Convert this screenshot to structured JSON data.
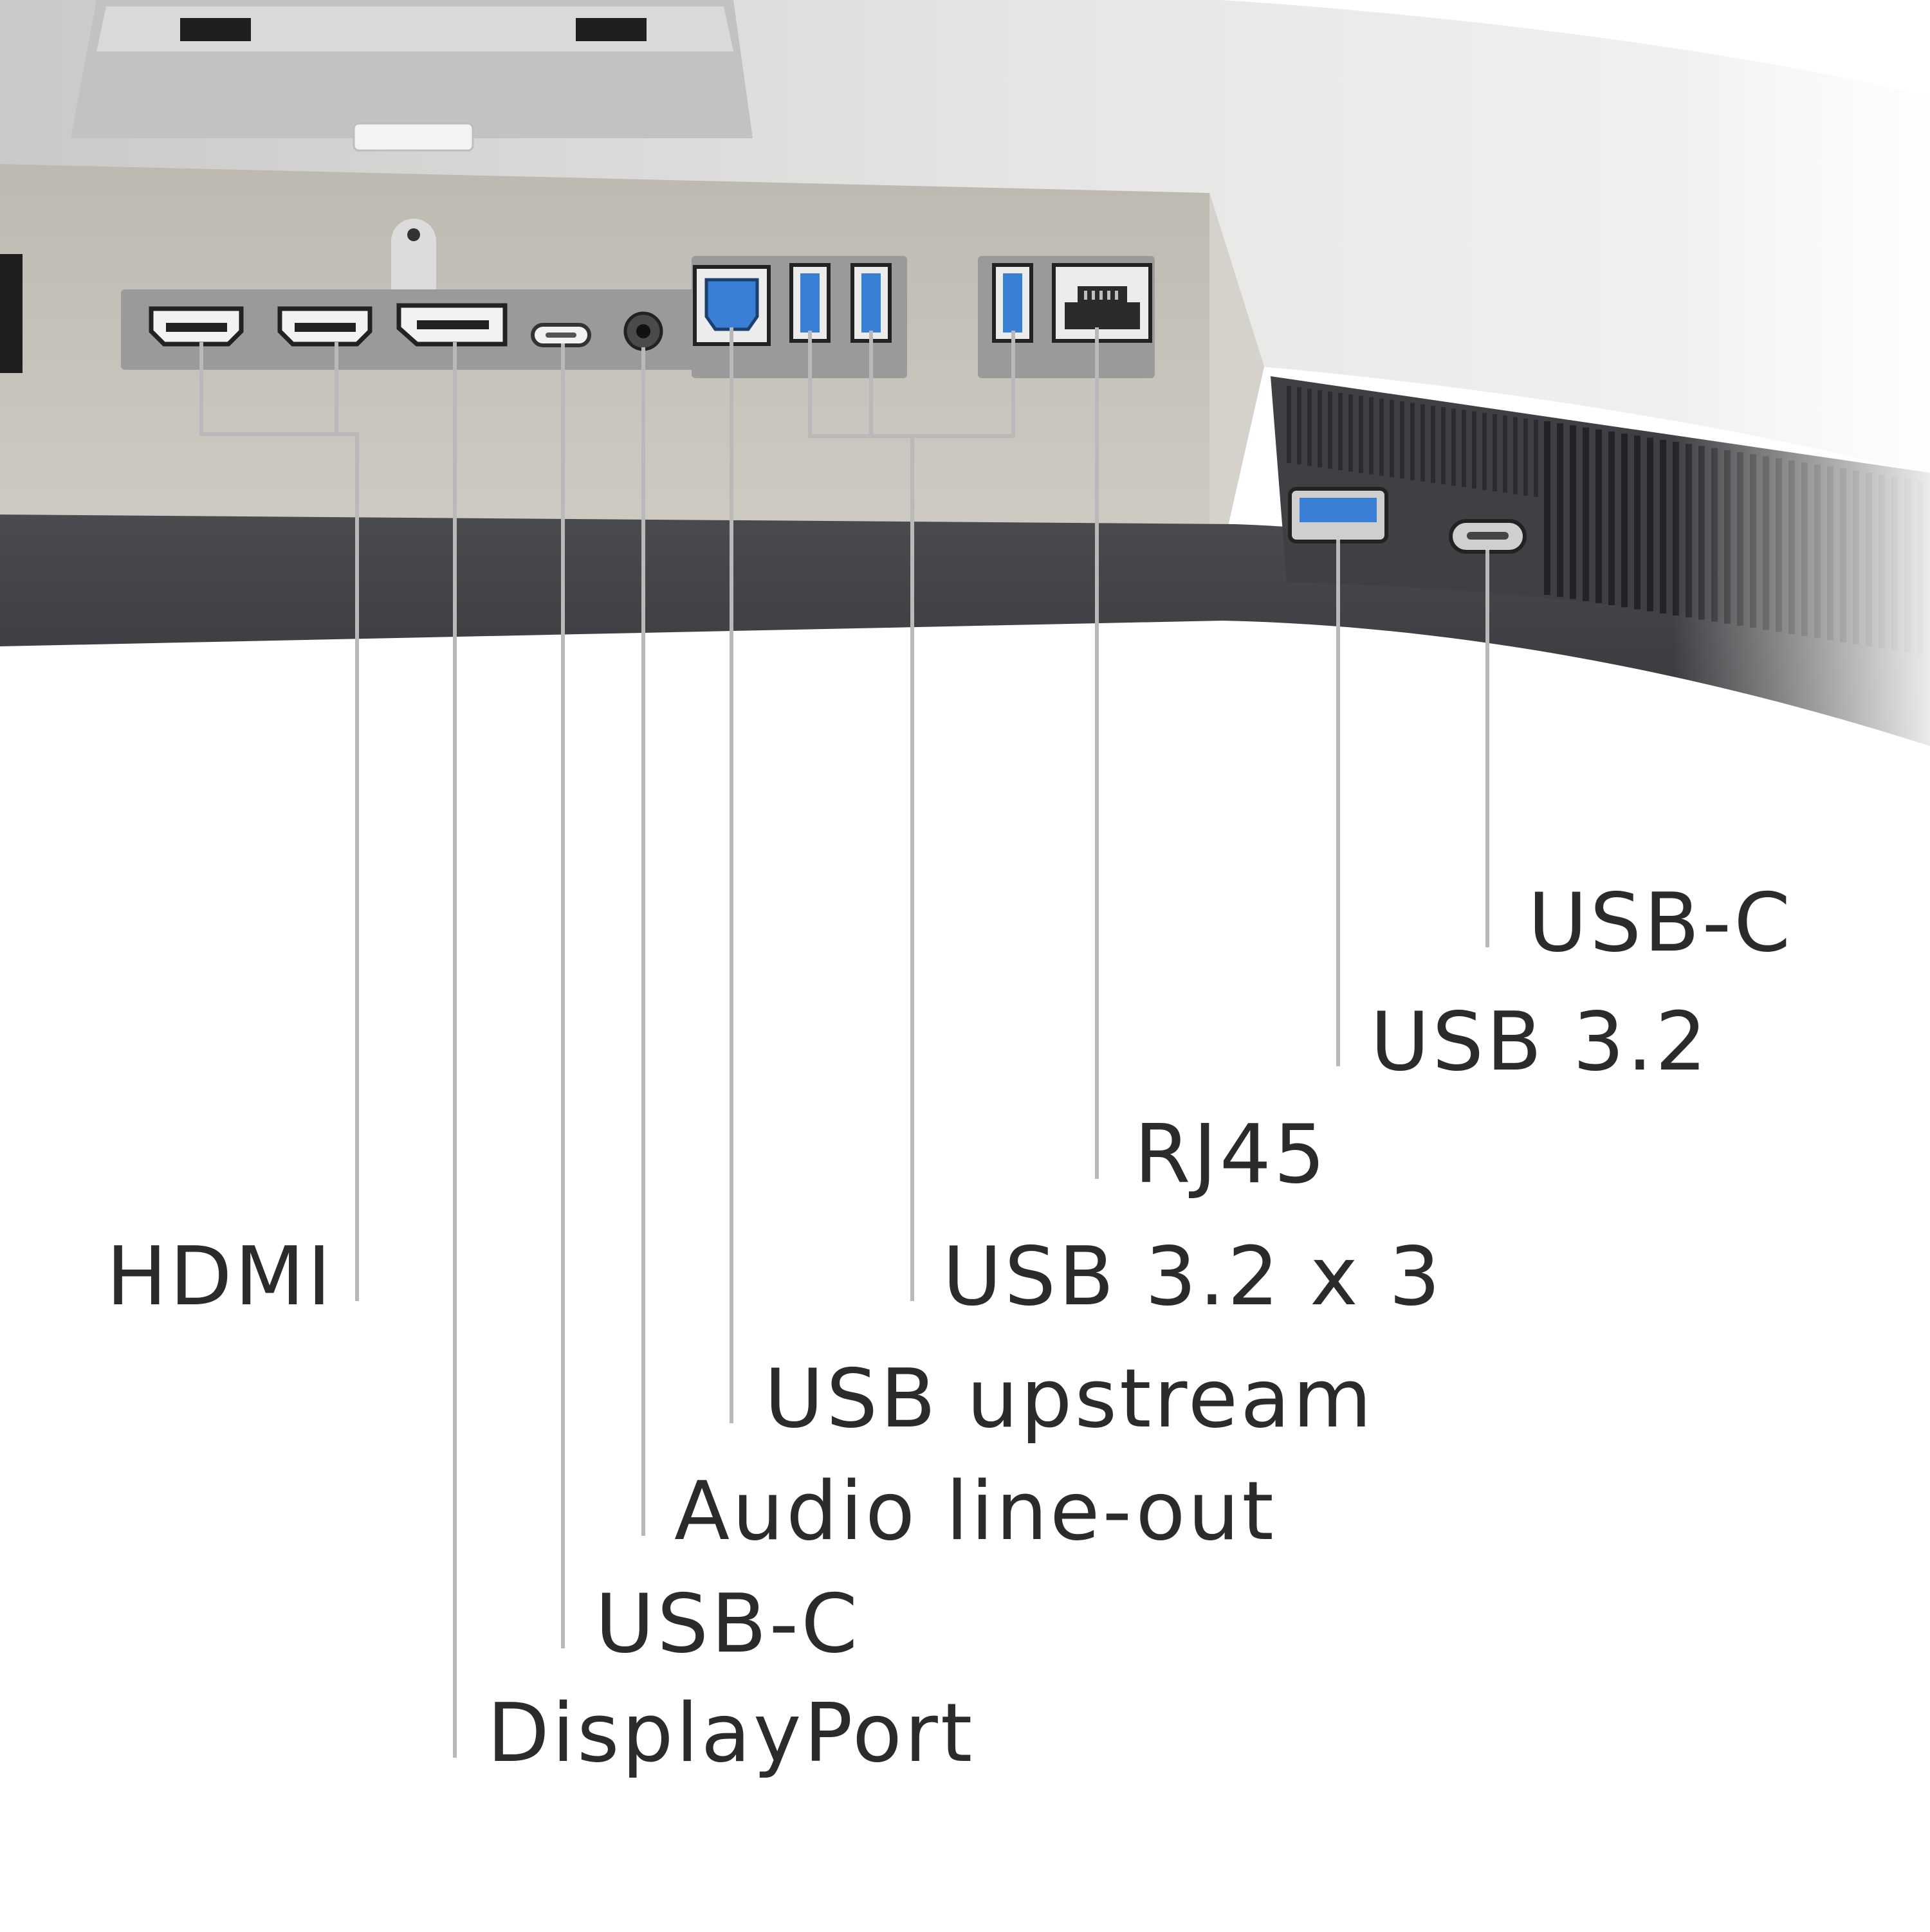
{
  "colors": {
    "background": "#ffffff",
    "bezel_silver": "#d9d9d7",
    "panel_beige": "#c8c4bc",
    "bottom_bar": "#414245",
    "port_bezel": "#8e8e8e",
    "usb_blue": "#3a7fd6",
    "callout_line": "#b9b9b9",
    "label_text": "#2b2b2b"
  },
  "ports_rear": [
    {
      "icon": "hdmi-port-icon"
    },
    {
      "icon": "hdmi-port-icon"
    },
    {
      "icon": "displayport-port-icon"
    },
    {
      "icon": "usb-c-port-icon"
    },
    {
      "icon": "audio-jack-icon"
    },
    {
      "icon": "usb-b-upstream-port-icon"
    },
    {
      "icon": "usb-a-port-icon"
    },
    {
      "icon": "usb-a-port-icon"
    },
    {
      "icon": "usb-a-port-icon"
    },
    {
      "icon": "rj45-port-icon"
    }
  ],
  "ports_side": [
    {
      "icon": "usb-a-port-icon"
    },
    {
      "icon": "usb-c-port-icon"
    }
  ],
  "labels": {
    "hdmi": "HDMI",
    "displayport": "DisplayPort",
    "usb_c_rear": "USB-C",
    "audio": "Audio line-out",
    "usb_upstream": "USB upstream",
    "usb_3_2_x3": "USB 3.2 x 3",
    "rj45": "RJ45",
    "usb_3_2_side": "USB 3.2",
    "usb_c_side": "USB-C"
  }
}
